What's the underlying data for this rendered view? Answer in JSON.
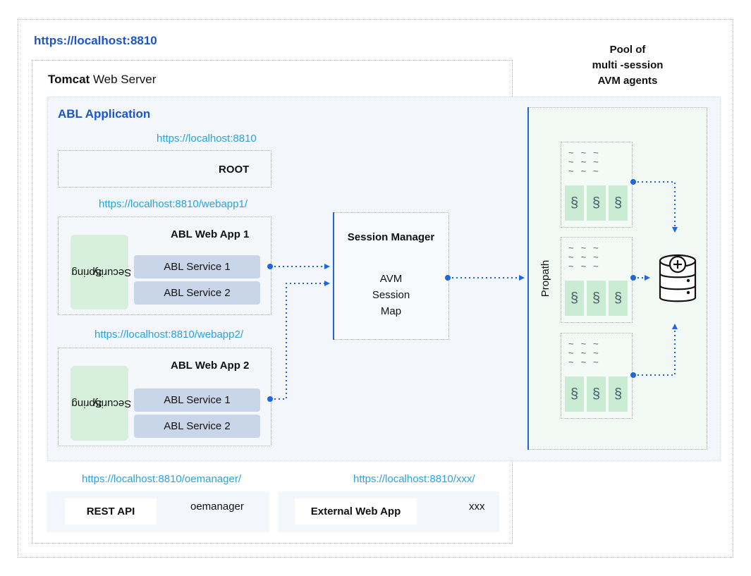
{
  "header": {
    "url": "https://localhost:8810"
  },
  "tomcat": {
    "title_bold": "Tomcat",
    "title_rest": "Web Server"
  },
  "pool": {
    "title_line1": "Pool of",
    "title_line2": "multi -session",
    "title_line3": "AVM agents",
    "propath_label": "Propath"
  },
  "abl_app": {
    "title": "ABL Application",
    "root_url": "https://localhost:8810",
    "root_label": "ROOT",
    "webapp1": {
      "url": "https://localhost:8810/webapp1/",
      "title": "ABL Web App 1",
      "spring_line1": "Spring",
      "spring_line2": "Security",
      "service1": "ABL Service 1",
      "service2": "ABL Service 2"
    },
    "webapp2": {
      "url": "https://localhost:8810/webapp2/",
      "title": "ABL Web App 2",
      "spring_line1": "Spring",
      "spring_line2": "Security",
      "service1": "ABL Service 1",
      "service2": "ABL Service 2"
    }
  },
  "session_manager": {
    "title": "Session Manager",
    "line1": "AVM",
    "line2": "Session",
    "line3": "Map"
  },
  "oemanager": {
    "url": "https://localhost:8810/oemanager/",
    "label": "REST API",
    "name": "oemanager"
  },
  "external": {
    "url": "https://localhost:8810/xxx/",
    "label": "External Web App",
    "name": "xxx"
  },
  "agent_glyphs": {
    "wave": "~~~",
    "thread": "§"
  },
  "colors": {
    "accent_blue": "#1a56c9",
    "url_blue": "#2aa2de",
    "connector_blue": "#1f64e0",
    "service_fill": "#c9d6ea",
    "spring_fill": "#d7f0dc",
    "abl_area_fill": "#f3f7fb",
    "pool_fill": "#f2f8f3"
  }
}
